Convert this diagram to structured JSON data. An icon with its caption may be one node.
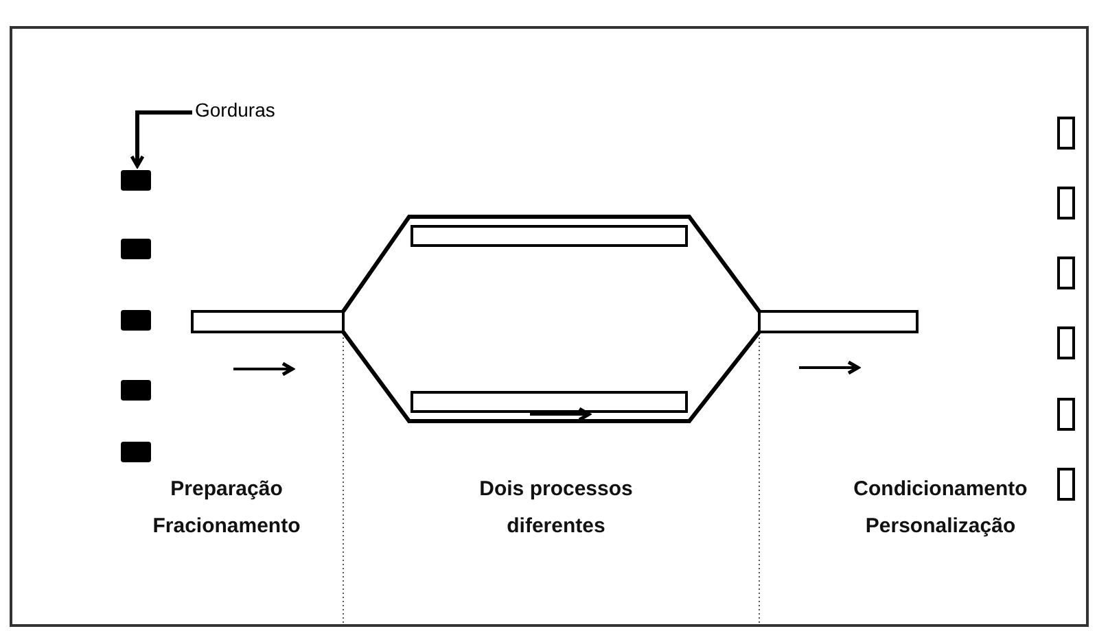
{
  "diagram": {
    "nodes": [
      {
        "text": [
          "Gorduras"
        ]
      },
      {
        "text": [],
        "shape": "box"
      },
      {
        "text": [],
        "shape": "box"
      },
      {
        "text": [],
        "shape": "box"
      },
      {
        "text": [],
        "shape": "box"
      },
      {
        "text": [],
        "shape": "box"
      },
      {
        "text": [],
        "shape": "box"
      },
      {
        "text": [],
        "shape": "box"
      },
      {
        "text": [],
        "shape": "box"
      },
      {
        "text": [],
        "shape": "box"
      },
      {
        "text": [],
        "shape": "box"
      },
      {
        "text": [],
        "shape": "box"
      }
    ],
    "edges": [
      {
        "from": 0,
        "to": 1,
        "arrow": "to"
      }
    ],
    "labels": [
      "Preparação Fracionamento",
      "Dois processos diferentes",
      "Condicionamento Personalização"
    ]
  }
}
